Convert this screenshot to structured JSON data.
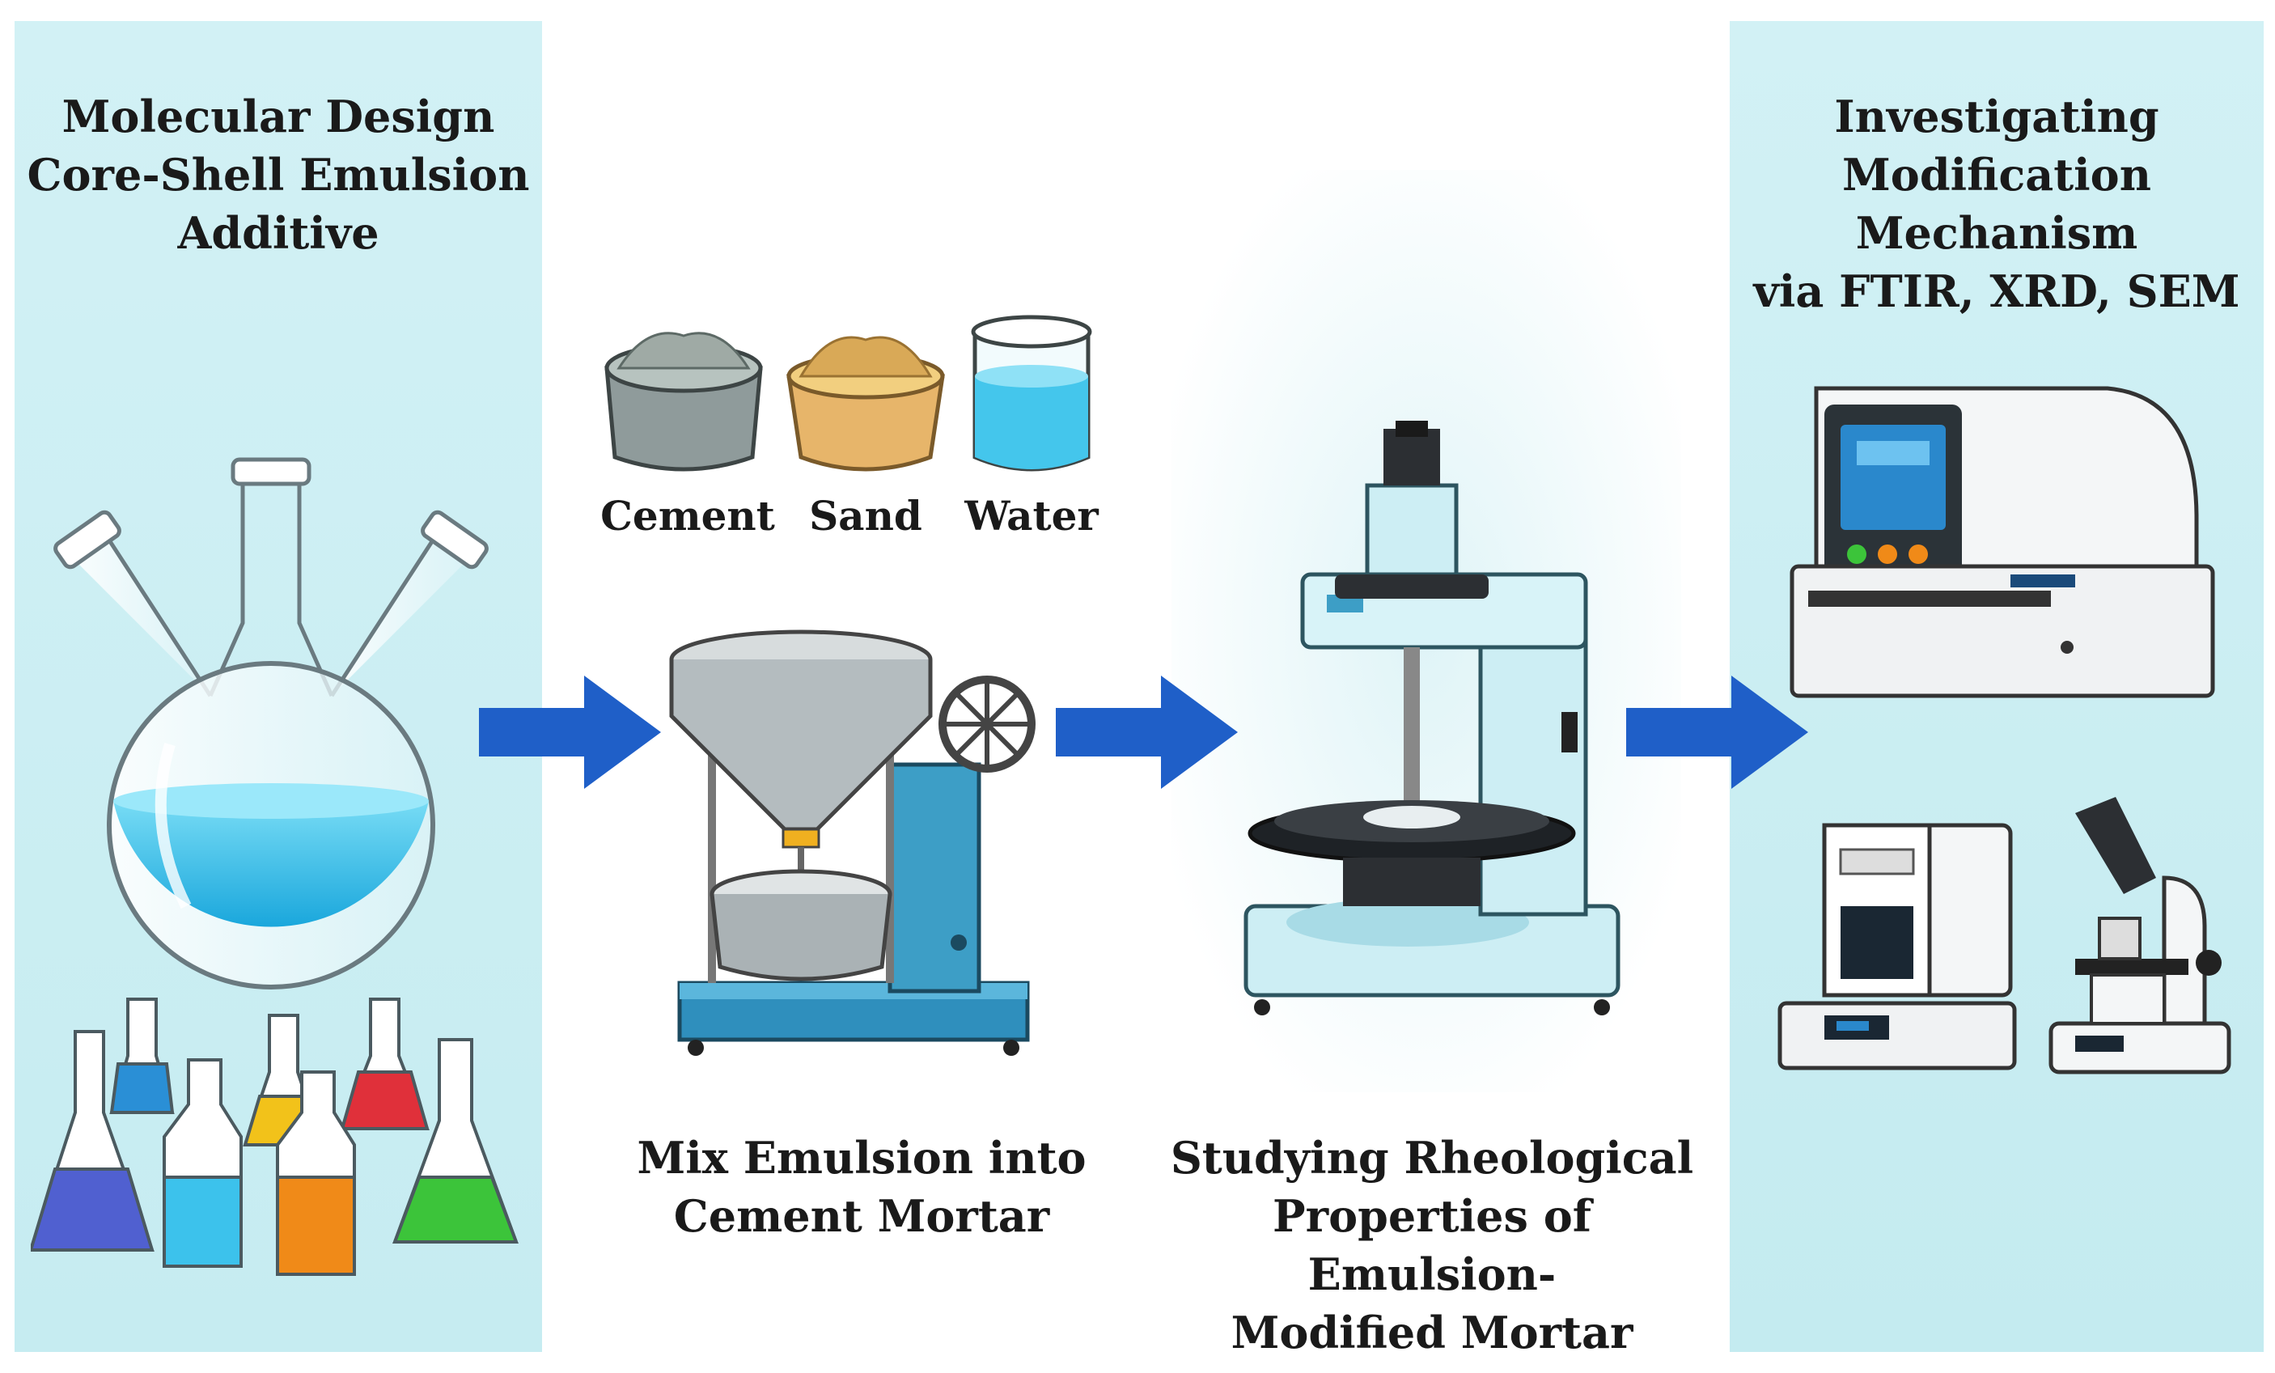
{
  "steps": {
    "molecular_design": {
      "title": "Molecular Design\nCore-Shell Emulsion\nAdditive"
    },
    "mixing": {
      "ingredients": [
        "Cement",
        "Sand",
        "Water"
      ],
      "title": "Mix Emulsion into\nCement Mortar"
    },
    "rheology": {
      "title": "Studying Rheological\nProperties of Emulsion-\nModified Mortar"
    },
    "mechanism": {
      "title": "Investigating\nModification Mechanism\nvia FTIR, XRD, SEM"
    }
  },
  "colors": {
    "panel_bg": "#c8eef2",
    "arrow": "#1f5fc8",
    "liquid_blue": "#4ec8ee",
    "machine_teal": "#3d9ec6"
  },
  "icons": [
    "flask-icon",
    "cement-bowl-icon",
    "sand-bowl-icon",
    "water-beaker-icon",
    "mortar-mixer-icon",
    "rheometer-icon",
    "ftir-instrument-icon",
    "xrd-instrument-icon",
    "microscope-icon",
    "arrow-right-icon"
  ]
}
